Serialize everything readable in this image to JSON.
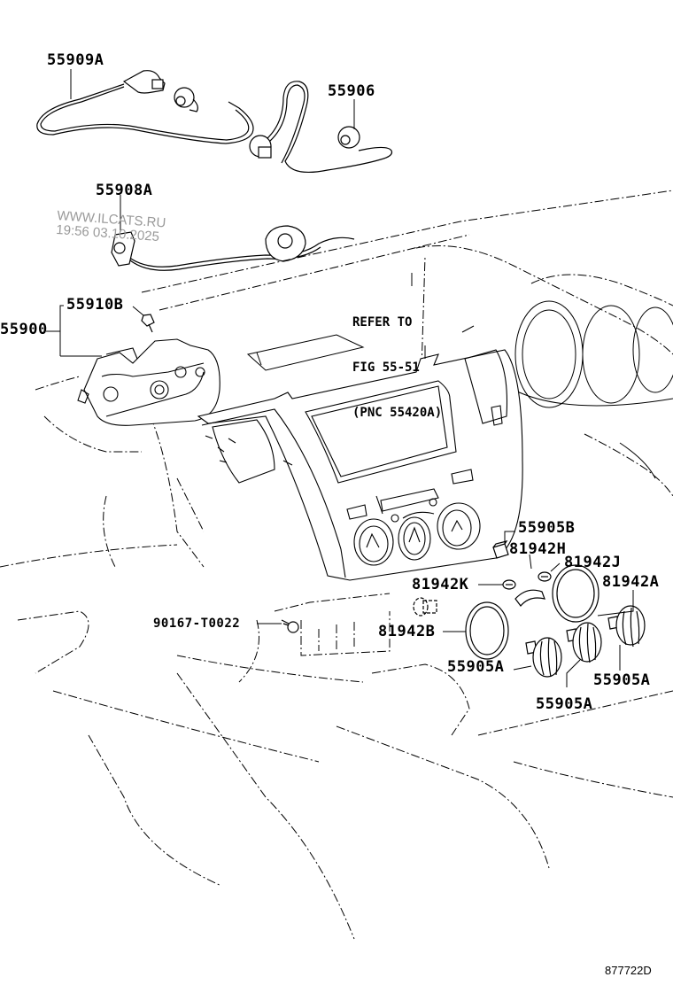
{
  "diagram": {
    "title": "Heater control / air conditioner control parts diagram",
    "figure_number": "877722D",
    "watermark": {
      "line1": "WWW.ILCATS.RU",
      "line2": "19:56 03.10.2025"
    },
    "reference_note": {
      "line1": "REFER TO",
      "line2": "FIG 55-51",
      "line3": "(PNC 55420A)"
    },
    "parts": [
      {
        "id": "p55909A",
        "label": "55909A",
        "description": "control cable"
      },
      {
        "id": "p55906",
        "label": "55906",
        "description": "control cable"
      },
      {
        "id": "p55908A",
        "label": "55908A",
        "description": "control cable"
      },
      {
        "id": "p55900",
        "label": "55900",
        "description": "heater control assembly"
      },
      {
        "id": "p55910B",
        "label": "55910B",
        "description": "screw"
      },
      {
        "id": "p55905B",
        "label": "55905B",
        "description": "knob"
      },
      {
        "id": "p81942H",
        "label": "81942H",
        "description": "bulb / lens"
      },
      {
        "id": "p81942J",
        "label": "81942J",
        "description": "lens"
      },
      {
        "id": "p81942K",
        "label": "81942K",
        "description": "lens"
      },
      {
        "id": "p81942A",
        "label": "81942A",
        "description": "ring"
      },
      {
        "id": "p81942B",
        "label": "81942B",
        "description": "ring"
      },
      {
        "id": "p90167",
        "label": "90167-T0022",
        "description": "screw"
      },
      {
        "id": "p55905A_1",
        "label": "55905A",
        "description": "knob"
      },
      {
        "id": "p55905A_2",
        "label": "55905A",
        "description": "knob"
      },
      {
        "id": "p55905A_3",
        "label": "55905A",
        "description": "knob"
      }
    ]
  }
}
